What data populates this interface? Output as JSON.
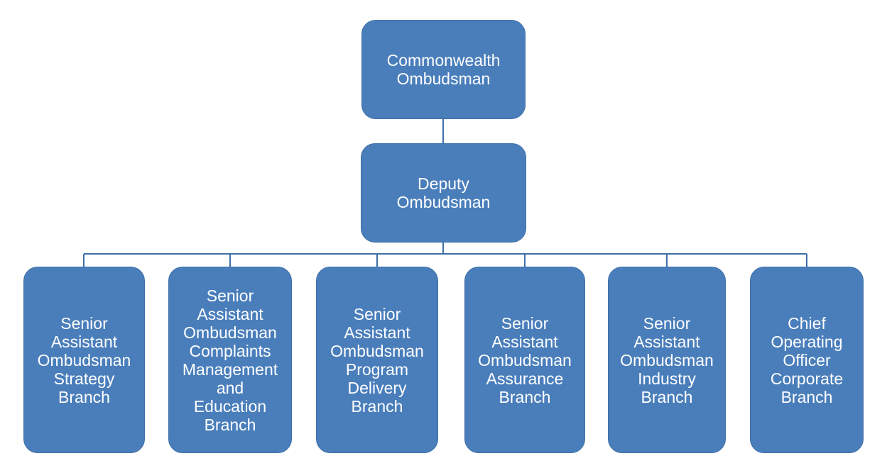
{
  "org_chart": {
    "root": {
      "label": "Commonwealth\nOmbudsman"
    },
    "deputy": {
      "label": "Deputy\nOmbudsman"
    },
    "branches": [
      {
        "label": "Senior\nAssistant\nOmbudsman\nStrategy\nBranch"
      },
      {
        "label": "Senior\nAssistant\nOmbudsman\nComplaints\nManagement\nand\nEducation\nBranch"
      },
      {
        "label": "Senior\nAssistant\nOmbudsman\nProgram\nDelivery\nBranch"
      },
      {
        "label": "Senior\nAssistant\nOmbudsman\nAssurance\nBranch"
      },
      {
        "label": "Senior\nAssistant\nOmbudsman\nIndustry\nBranch"
      },
      {
        "label": "Chief\nOperating\nOfficer\nCorporate\nBranch"
      }
    ]
  },
  "colors": {
    "node_fill": "#4a7ebb",
    "connector": "#3f6fa8",
    "text": "#ffffff"
  }
}
